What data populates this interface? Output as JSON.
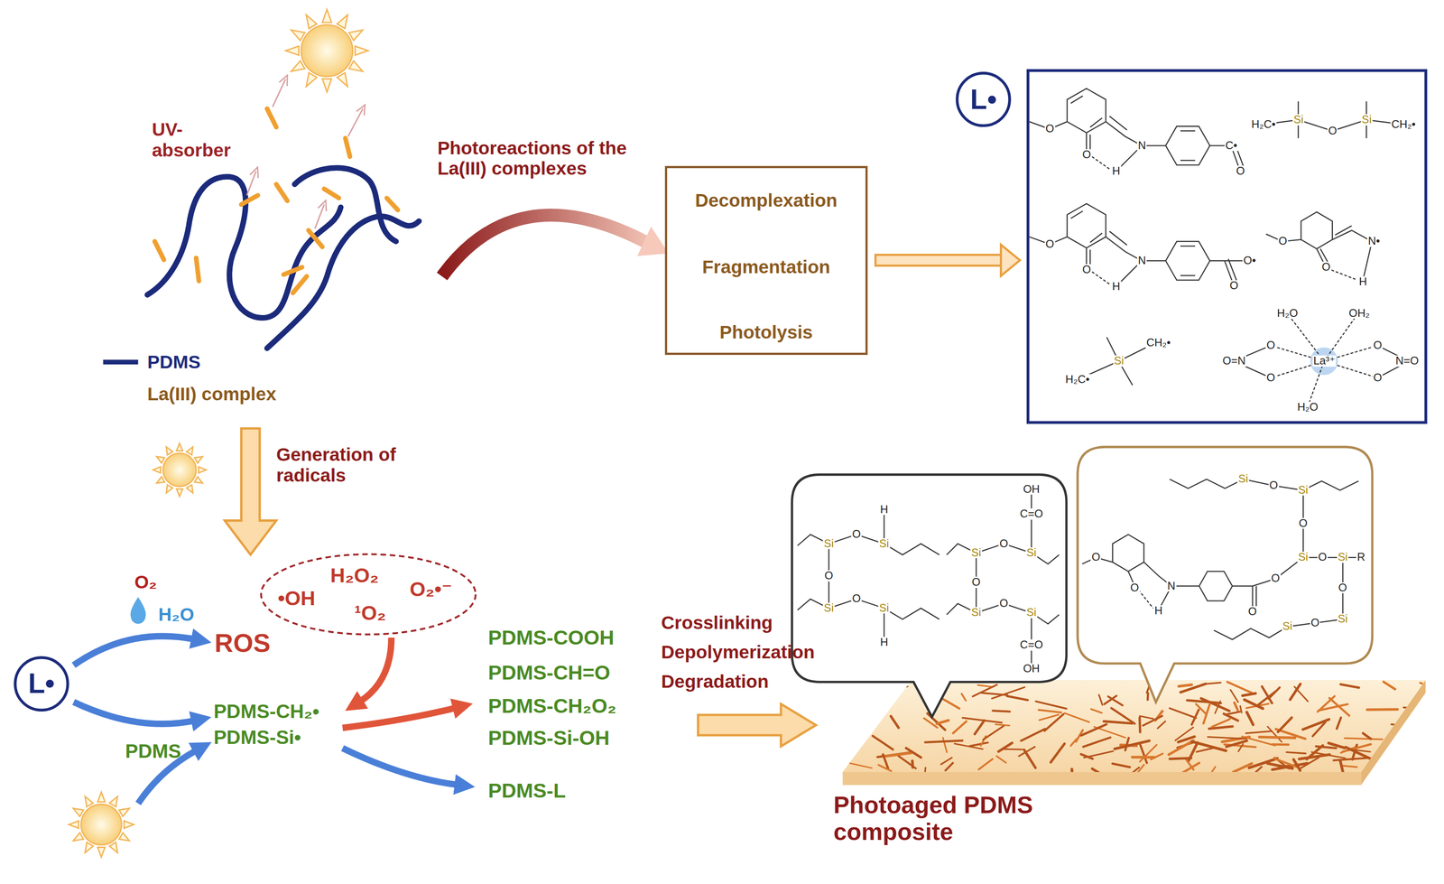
{
  "diagram": {
    "nodes": [
      {
        "text": [
          "Decomplexation",
          "Fragmentation",
          "Photolysis"
        ]
      },
      {
        "text": [
          "L•"
        ]
      },
      {
        "text": [
          "O",
          "O",
          "N",
          "H",
          "C•",
          "O",
          "O",
          "O",
          "N",
          "H",
          "O•",
          "O",
          "H₂C•",
          "Si",
          "O",
          "Si",
          "CH₂•",
          "O",
          "O",
          "N•",
          "H",
          "CH₂•",
          "Si",
          "H₂C•",
          "H₂O",
          "OH₂",
          "O=N",
          "O",
          "O",
          "La³⁺",
          "O",
          "O",
          "N=O",
          "H₂O"
        ]
      },
      {
        "text": [
          "H₂O₂",
          "•OH",
          "¹O₂",
          "O₂•⁻"
        ]
      },
      {
        "text": [
          "L•"
        ]
      },
      {
        "text": [
          "H",
          "Si",
          "O",
          "Si",
          "O",
          "Si",
          "O",
          "Si",
          "H",
          "OH",
          "C=O",
          "Si",
          "O",
          "Si",
          "O",
          "Si",
          "O",
          "Si",
          "C=O",
          "OH"
        ]
      },
      {
        "text": [
          "O",
          "O",
          "N",
          "H",
          "O",
          "O",
          "Si",
          "O",
          "Si",
          "O",
          "Si",
          "O",
          "Si",
          "R",
          "O",
          "Si",
          "O",
          "Si"
        ]
      }
    ],
    "edges": [
      {
        "from": 0,
        "to": 2,
        "arrow": "to"
      }
    ],
    "labels": [
      "UV-absorber",
      "Photoreactions of the La(III) complexes",
      "Generation of radicals",
      "O₂",
      "H₂O",
      "ROS",
      "PDMS",
      "PDMS-CH₂•",
      "PDMS-Si•",
      "PDMS-COOH",
      "PDMS-CH=O",
      "PDMS-CH₂O₂",
      "PDMS-Si-OH",
      "PDMS-L",
      "Crosslinking",
      "Depolymerization",
      "Degradation",
      "Photoaged PDMS composite"
    ],
    "legend": [
      {
        "text": "PDMS"
      },
      {
        "text": "La(III) complex"
      }
    ]
  }
}
